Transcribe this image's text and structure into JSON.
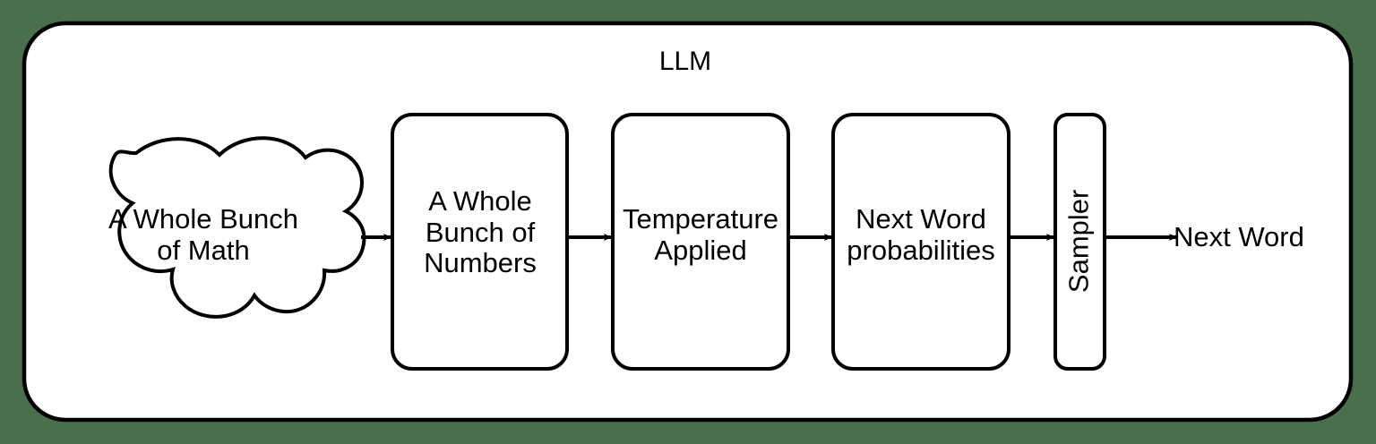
{
  "diagram": {
    "title": "LLM",
    "background_color": "#4a6f4c",
    "canvas_color": "#ffffff",
    "stroke_color": "#000000",
    "container": {
      "label": "LLM",
      "shape": "rounded-rectangle"
    },
    "nodes": [
      {
        "id": "math-cloud",
        "shape": "cloud",
        "label": "A Whole Bunch\nof Math"
      },
      {
        "id": "numbers-box",
        "shape": "rounded-rectangle",
        "label": "A Whole\nBunch of\nNumbers"
      },
      {
        "id": "temperature-box",
        "shape": "rounded-rectangle",
        "label": "Temperature\nApplied"
      },
      {
        "id": "probabilities-box",
        "shape": "rounded-rectangle",
        "label": "Next Word\nprobabilities"
      },
      {
        "id": "sampler-box",
        "shape": "rounded-rectangle-narrow",
        "label": "Sampler",
        "orientation": "vertical"
      },
      {
        "id": "output-label",
        "shape": "text",
        "label": "Next Word"
      }
    ],
    "edges": [
      {
        "id": "edge-math-to-numbers",
        "from": "math-cloud",
        "to": "numbers-box",
        "arrow": "right"
      },
      {
        "id": "edge-numbers-to-temperature",
        "from": "numbers-box",
        "to": "temperature-box",
        "arrow": "right"
      },
      {
        "id": "edge-temperature-to-probabilities",
        "from": "temperature-box",
        "to": "probabilities-box",
        "arrow": "right"
      },
      {
        "id": "edge-probabilities-to-sampler",
        "from": "probabilities-box",
        "to": "sampler-box",
        "arrow": "right"
      },
      {
        "id": "edge-sampler-to-output",
        "from": "sampler-box",
        "to": "output-label",
        "arrow": "right"
      }
    ]
  }
}
